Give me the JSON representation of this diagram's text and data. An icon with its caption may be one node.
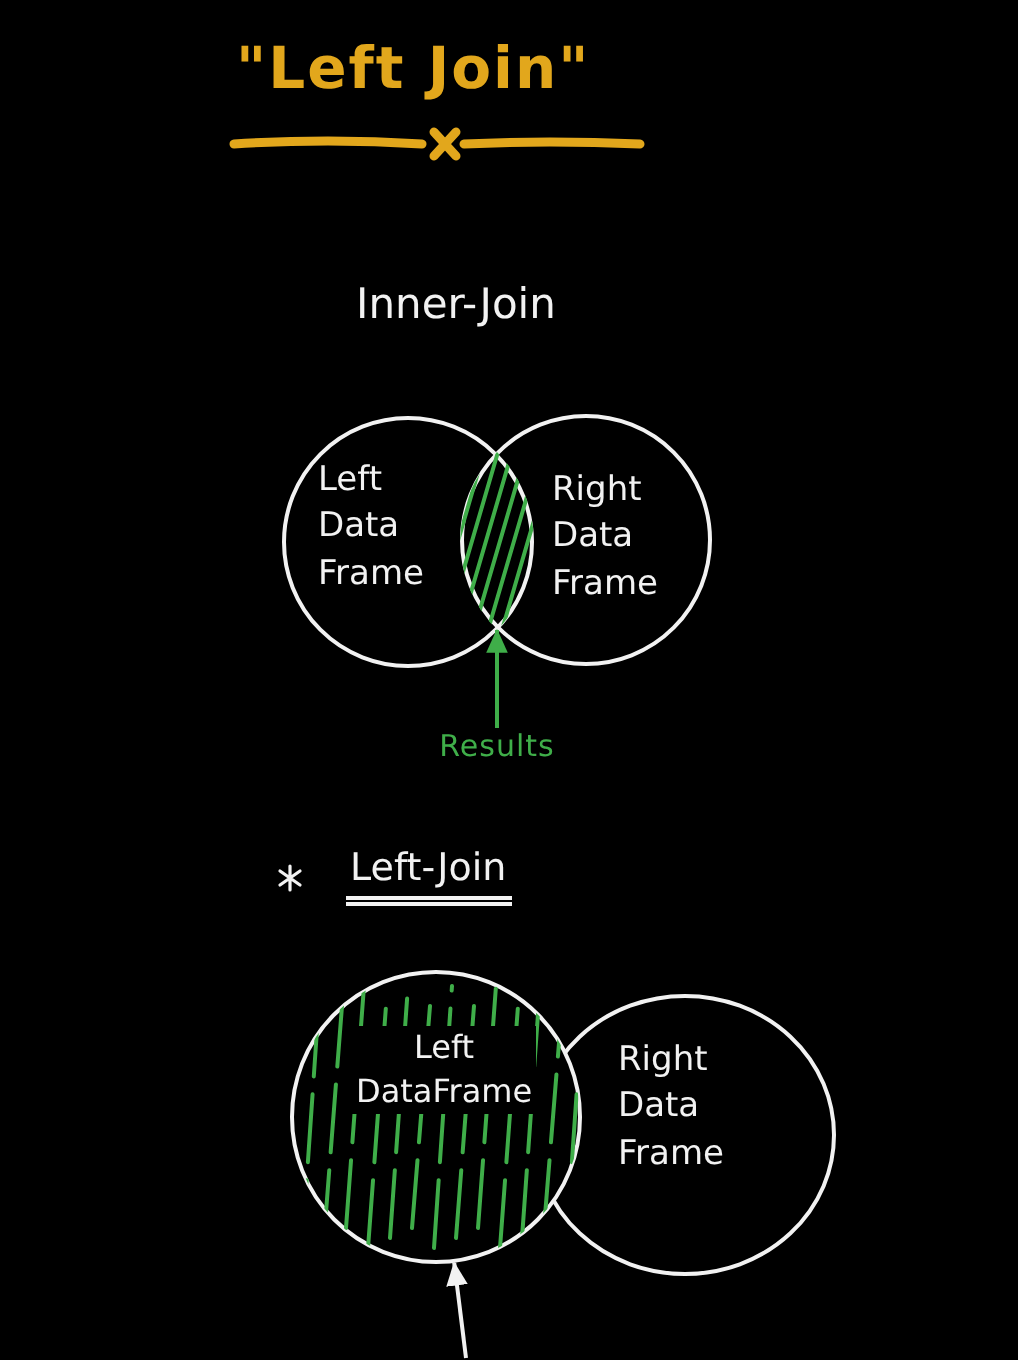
{
  "diagram": {
    "title": "\"Left Join\"",
    "nodes": [
      {
        "text": [
          "Left Data Frame"
        ]
      },
      {
        "text": [
          "Right Data Frame"
        ]
      },
      {
        "text": [],
        "shape": "lens"
      },
      {
        "text": [
          "Results"
        ]
      },
      {
        "text": [
          "Left DataFrame"
        ]
      },
      {
        "text": [
          "Right Data Frame"
        ]
      }
    ],
    "edges": [
      {
        "from": 3,
        "to": 2,
        "arrow": "to",
        "color": "#3fae49"
      },
      {
        "from": null,
        "to": 4,
        "arrow": "to",
        "color": "#f2f2f2"
      }
    ],
    "labels": [
      "Inner-Join",
      "Left-Join"
    ]
  }
}
